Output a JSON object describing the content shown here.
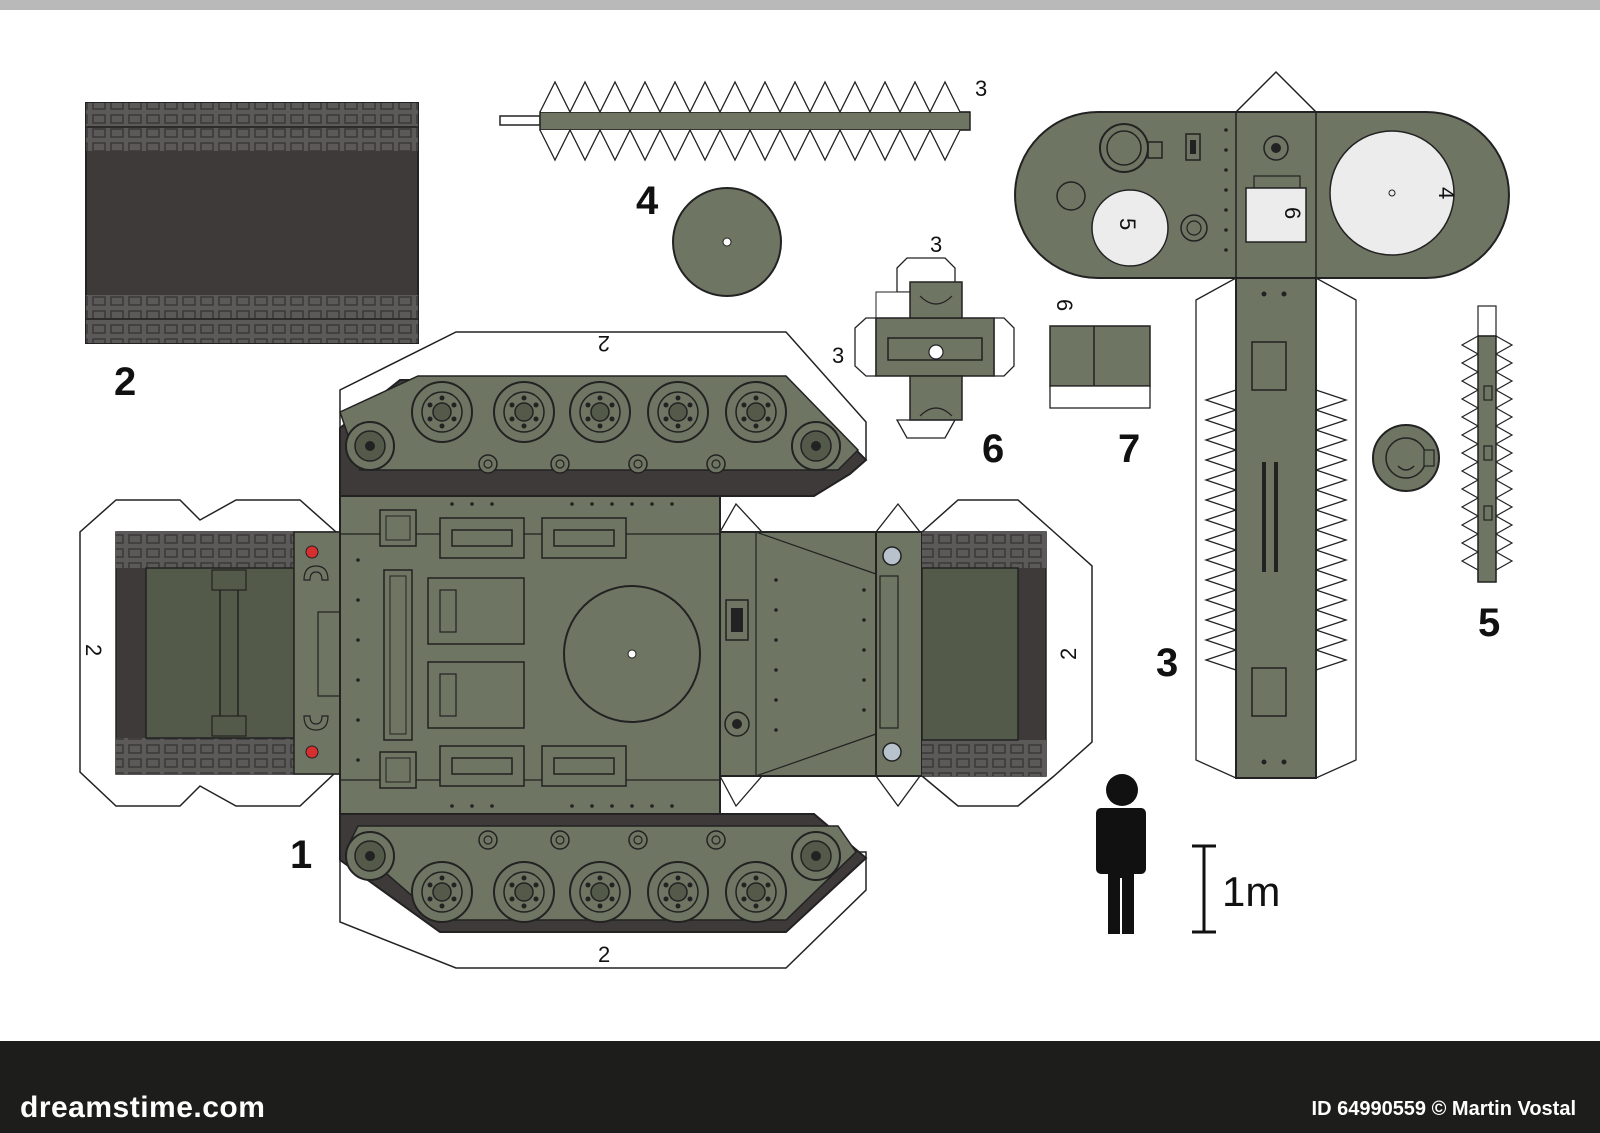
{
  "colors": {
    "olive": "#6f7563",
    "olive_dark": "#545a4a",
    "track": "#3f3a3a",
    "tread": "#5b5a59",
    "light": "#ececec",
    "red": "#d92e2e",
    "footer_bg": "#1d1d1b"
  },
  "parts": {
    "part1_label": "1",
    "part2_label": "2",
    "part3_label": "3",
    "part4_label": "4",
    "part5_label": "5",
    "part6_label": "6",
    "part7_label": "7"
  },
  "marks": {
    "m_2_top": "2",
    "m_2_bottom": "2",
    "m_2_left": "2",
    "m_2_right": "2",
    "m_3_strip": "3",
    "m_3_top6": "3",
    "m_3_left6": "3",
    "m_4_turret": "4",
    "m_5_turret": "5",
    "m_6_turret": "6",
    "m_6_part7": "6"
  },
  "scale": {
    "label": "1m"
  },
  "footer": {
    "brand": "dreamstime.com",
    "credit": "ID 64990559 © Martin Vostal"
  }
}
